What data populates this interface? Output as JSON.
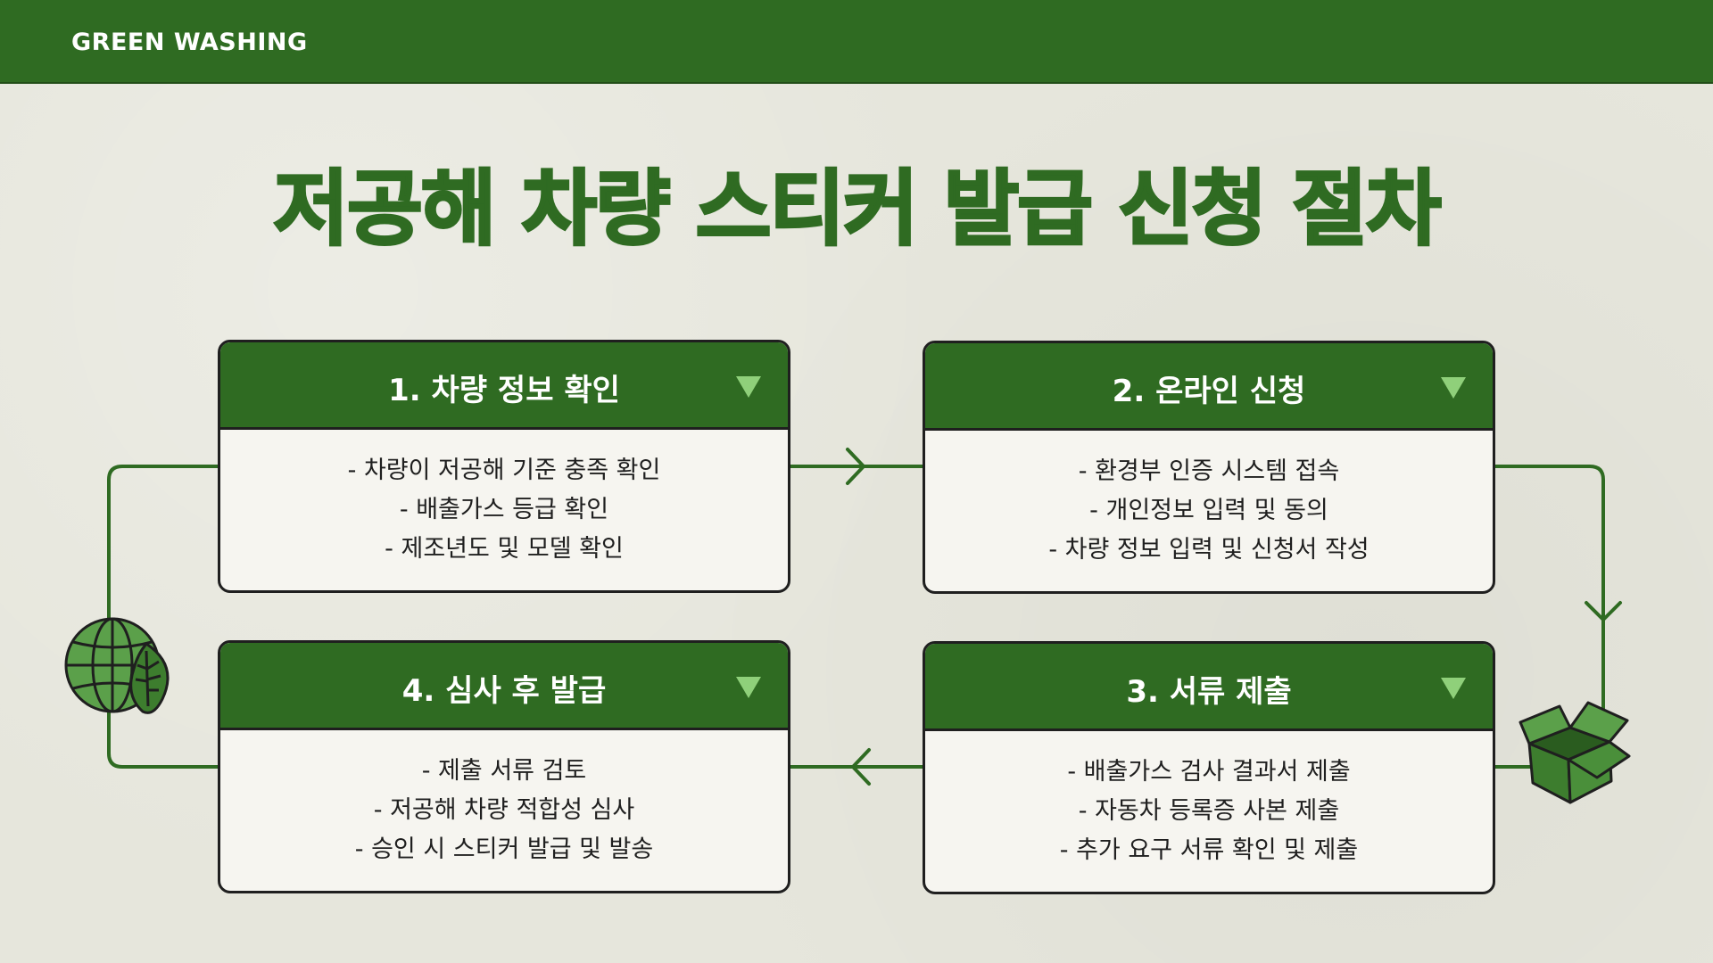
{
  "header": {
    "brand": "GREEN WASHING"
  },
  "title": "저공해 차량 스티커 발급 신청 절차",
  "colors": {
    "accent": "#2f6b22",
    "background": "#e6e6dc",
    "card": "#f6f5f0",
    "outline": "#1f1f1f"
  },
  "steps": [
    {
      "title": "1. 차량 정보 확인",
      "lines": [
        "- 차량이 저공해 기준 충족 확인",
        "- 배출가스 등급 확인",
        "- 제조년도 및 모델 확인"
      ]
    },
    {
      "title": "2. 온라인 신청",
      "lines": [
        "- 환경부 인증 시스템 접속",
        "- 개인정보 입력 및 동의",
        "- 차량 정보 입력 및 신청서 작성"
      ]
    },
    {
      "title": "3. 서류 제출",
      "lines": [
        "- 배출가스 검사 결과서 제출",
        "- 자동차 등록증 사본 제출",
        "- 추가 요구 서류 확인 및 제출"
      ]
    },
    {
      "title": "4. 심사 후 발급",
      "lines": [
        "- 제출 서류 검토",
        "- 저공해 차량 적합성 심사",
        "- 승인 시 스티커 발급 및 발송"
      ]
    }
  ],
  "icons": {
    "toggle": "triangle-down-icon",
    "globe": "globe-leaf-icon",
    "box": "open-box-icon"
  }
}
